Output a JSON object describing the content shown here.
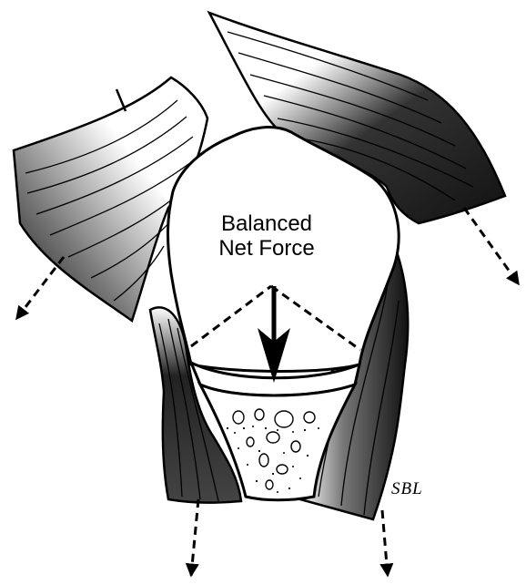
{
  "figure": {
    "label_line1": "Balanced",
    "label_line2": "Net Force",
    "initials": "SBL"
  },
  "colors": {
    "ink": "#000000",
    "background": "#ffffff"
  }
}
